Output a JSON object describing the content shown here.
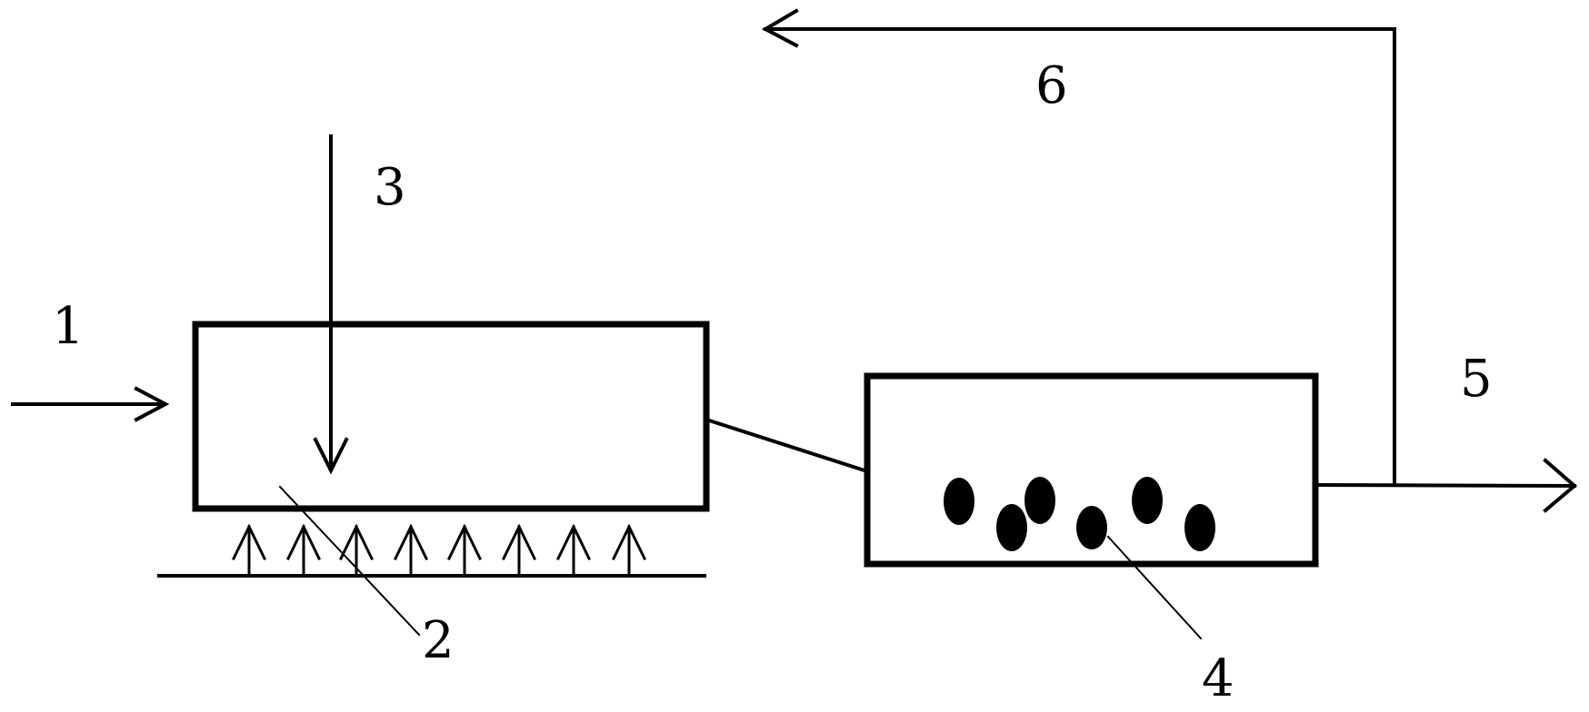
{
  "labels": {
    "l1": "1",
    "l2": "2",
    "l3": "3",
    "l4": "4",
    "l5": "5",
    "l6": "6"
  },
  "colors": {
    "ink": "#000000",
    "background": "#ffffff"
  }
}
